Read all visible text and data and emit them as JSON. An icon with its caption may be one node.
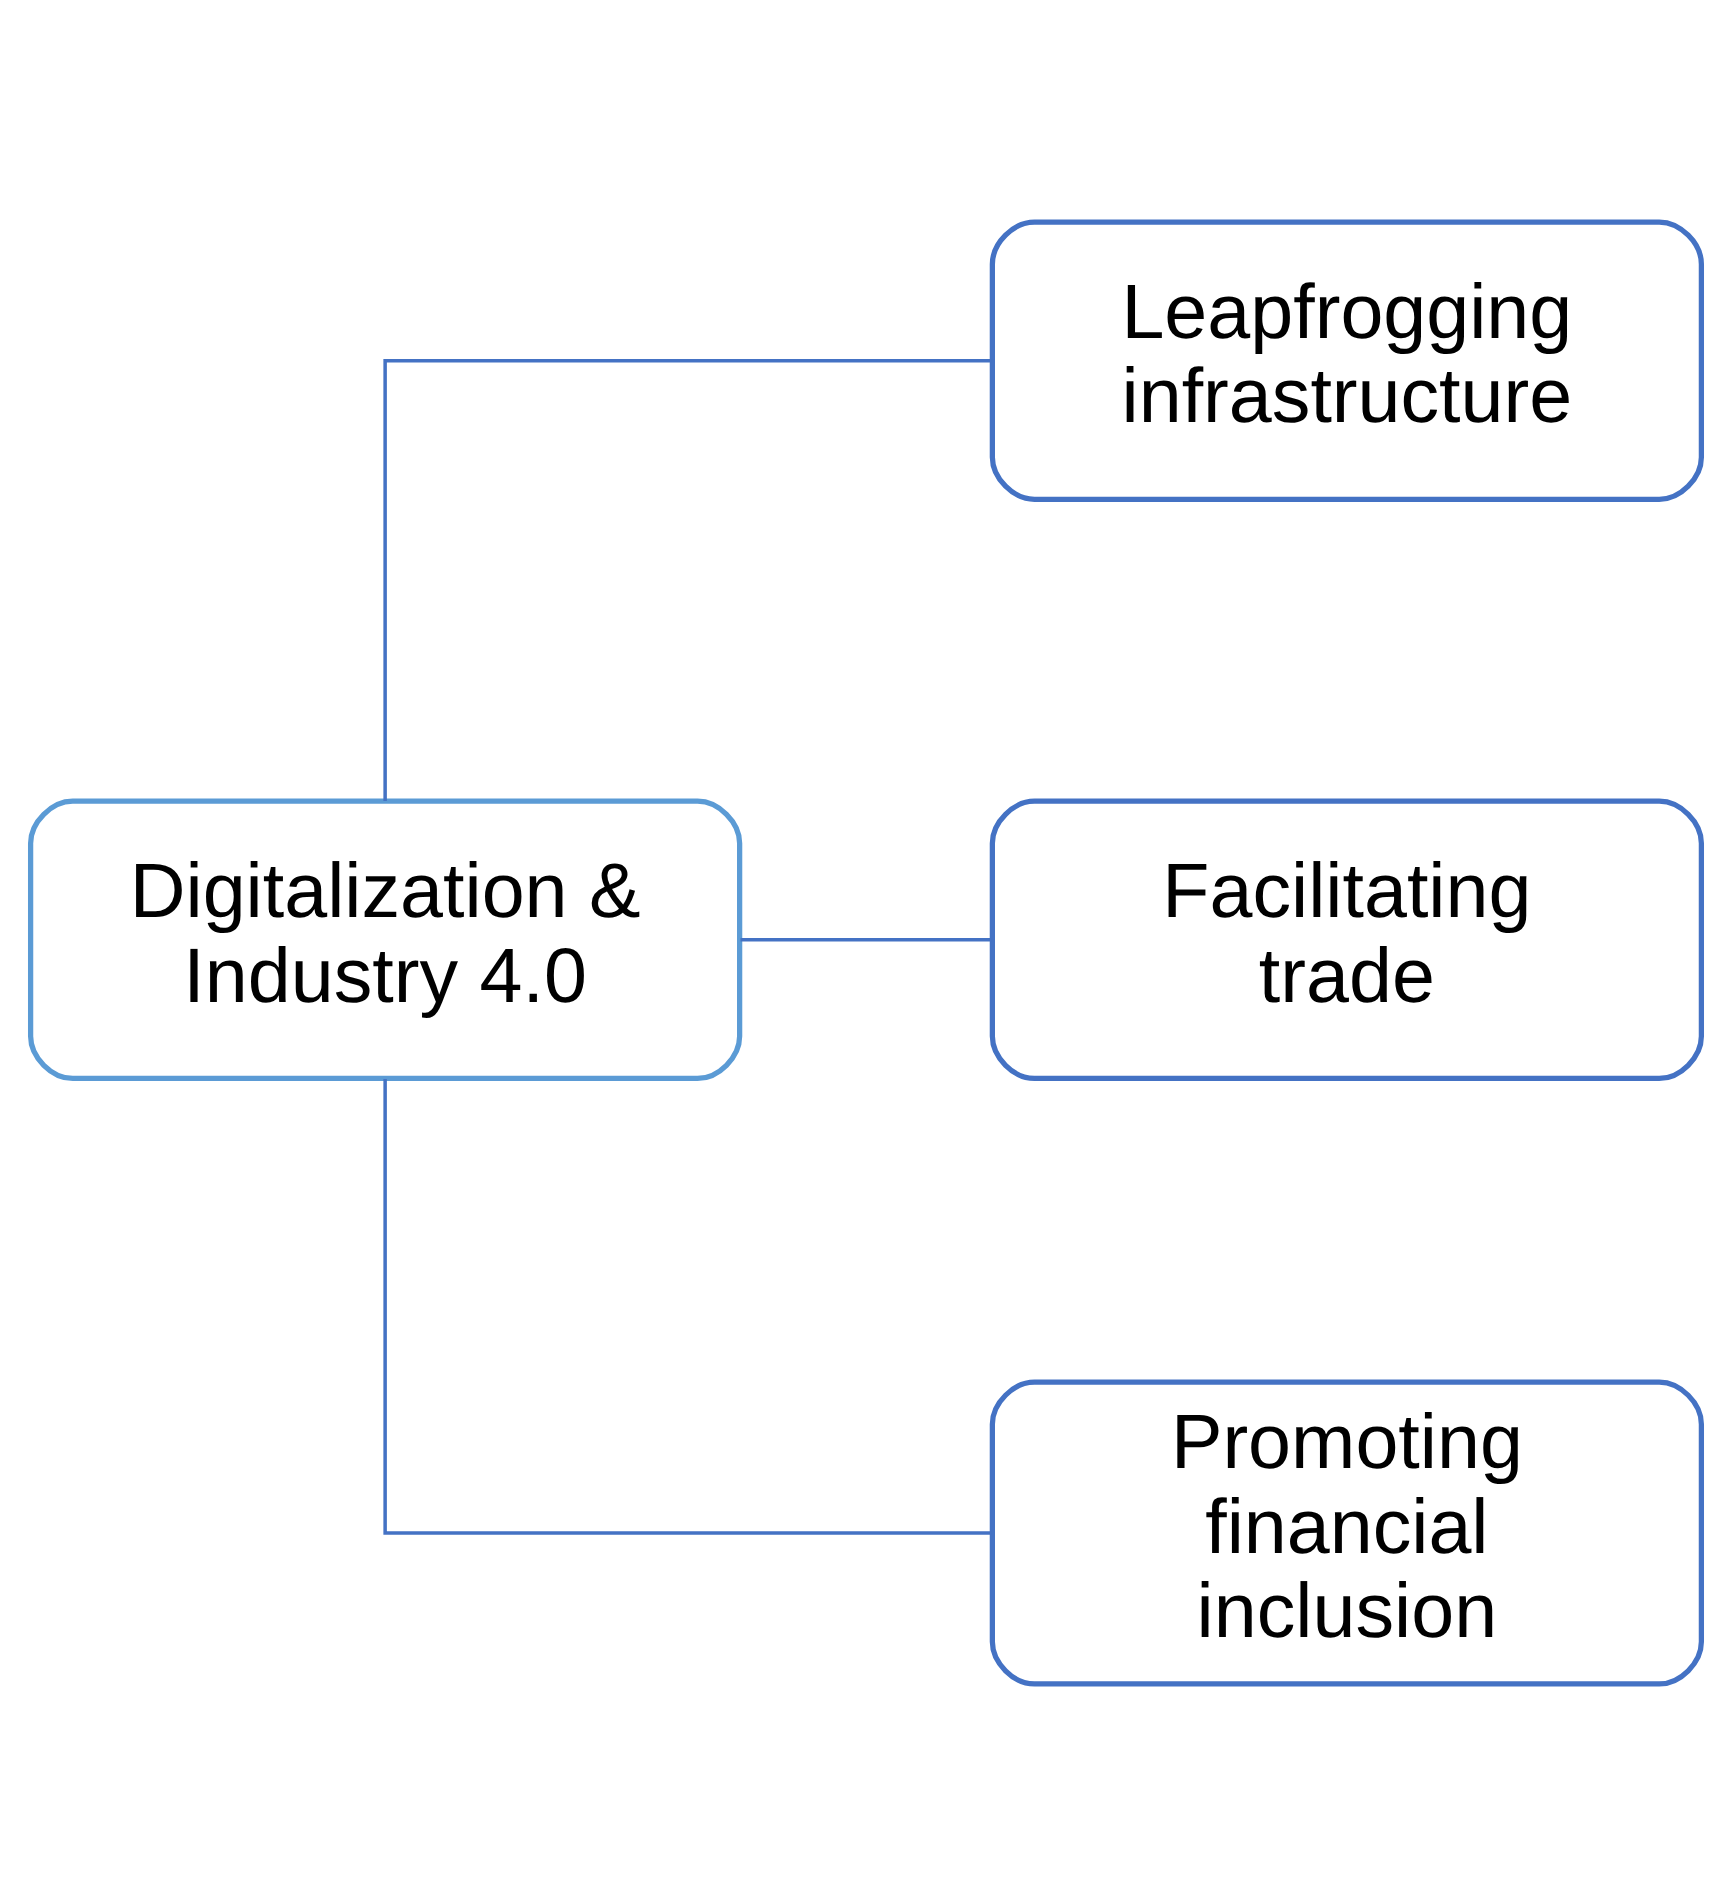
{
  "diagram": {
    "nodes": [
      {
        "text": [
          "Digitalization & Industry 4.0"
        ]
      },
      {
        "text": [
          "Leapfrogging infrastructure"
        ]
      },
      {
        "text": [
          "Facilitating trade"
        ]
      },
      {
        "text": [
          "Promoting financial inclusion"
        ]
      }
    ],
    "edges": [
      {
        "from": 0,
        "to": 1,
        "arrow": "none"
      },
      {
        "from": 0,
        "to": 2,
        "arrow": "none"
      },
      {
        "from": 0,
        "to": 3,
        "arrow": "none"
      }
    ]
  }
}
